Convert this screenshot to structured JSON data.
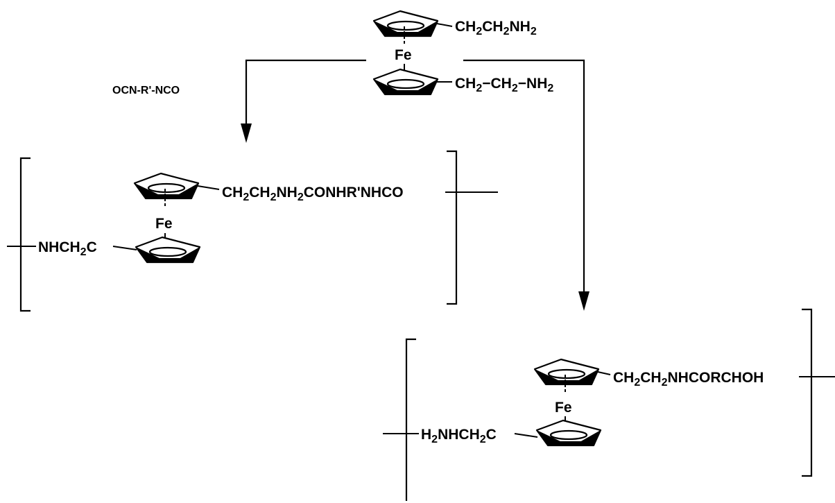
{
  "reagent": "OCN-R'-NCO",
  "start": {
    "upper_chain": [
      "CH",
      "2",
      "CH",
      "2",
      "NH",
      "2"
    ],
    "fe": "Fe",
    "lower_chain": [
      "CH",
      "2",
      "−CH",
      "2",
      "−NH",
      "2"
    ]
  },
  "product_left": {
    "chain": [
      "CH",
      "2",
      "CH",
      "2",
      "NH",
      "2",
      "CONHR'NHCO"
    ],
    "fe": "Fe",
    "end_group": [
      "NHCH",
      "2",
      "C"
    ]
  },
  "product_right": {
    "chain": [
      "CH",
      "2",
      "CH",
      "2",
      "NHCORCHOH"
    ],
    "fe": "Fe",
    "end_group": [
      "H",
      "2",
      "NHCH",
      "2",
      "C"
    ]
  },
  "colors": {
    "ink": "#000000",
    "background": "#ffffff"
  },
  "icons": [
    "ferrocene-icon",
    "reaction-arrow-icon",
    "polymer-bracket-icon"
  ]
}
